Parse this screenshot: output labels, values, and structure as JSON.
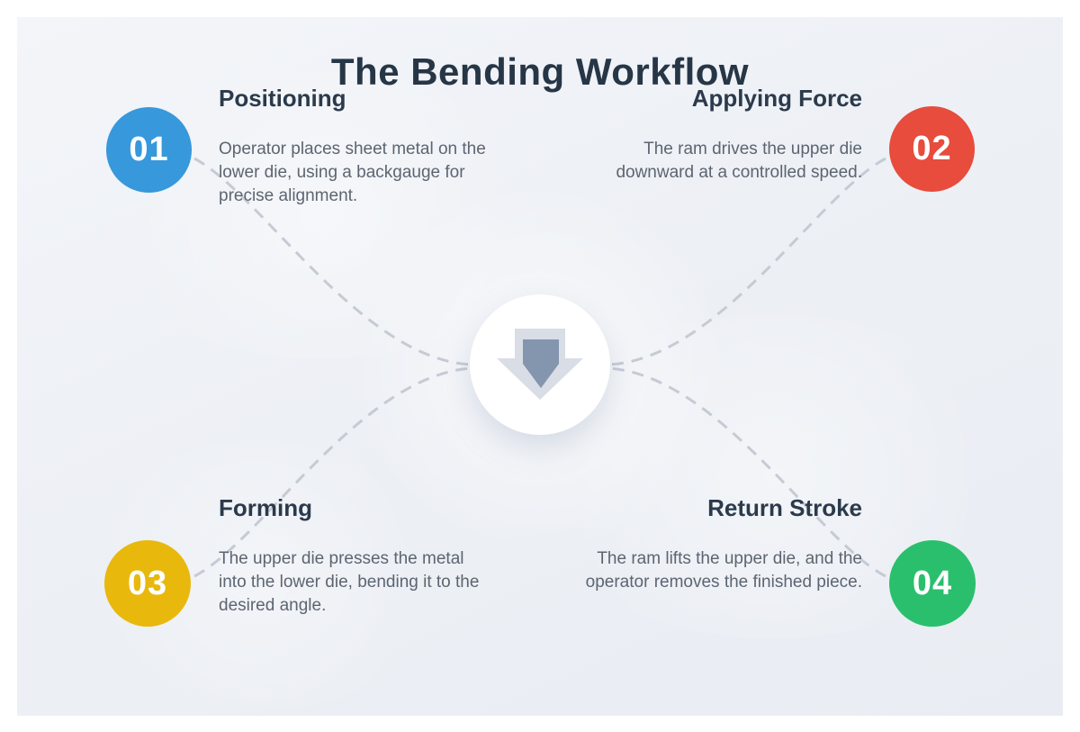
{
  "title": "The Bending Workflow",
  "center": {
    "icon": "arrow-down"
  },
  "colors": {
    "page_bg": "#ffffff",
    "panel_bg": "#edf0f5",
    "dash": "#c5cbd5",
    "title_text": "#263646",
    "heading_text": "#2b3a4c",
    "body_text": "#5c6571",
    "step_number_text": "#ffffff",
    "center_circle_bg": "#ffffff",
    "arrow_outer": "#d8dde6",
    "arrow_inner": "#8495ae"
  },
  "steps": [
    {
      "number": "01",
      "title": "Positioning",
      "description": "Operator places sheet metal on the lower die, using a backgauge for precise alignment.",
      "color": "#3798db",
      "position": "top-left"
    },
    {
      "number": "02",
      "title": "Applying Force",
      "description": "The ram drives the upper die downward at a controlled speed.",
      "color": "#e74c3c",
      "position": "top-right"
    },
    {
      "number": "03",
      "title": "Forming",
      "description": "The upper die presses the metal into the lower die, bending it to the desired angle.",
      "color": "#e9b80d",
      "position": "bottom-left"
    },
    {
      "number": "04",
      "title": "Return Stroke",
      "description": "The ram lifts the upper die, and the operator removes the finished piece.",
      "color": "#2abf6c",
      "position": "bottom-right"
    }
  ]
}
